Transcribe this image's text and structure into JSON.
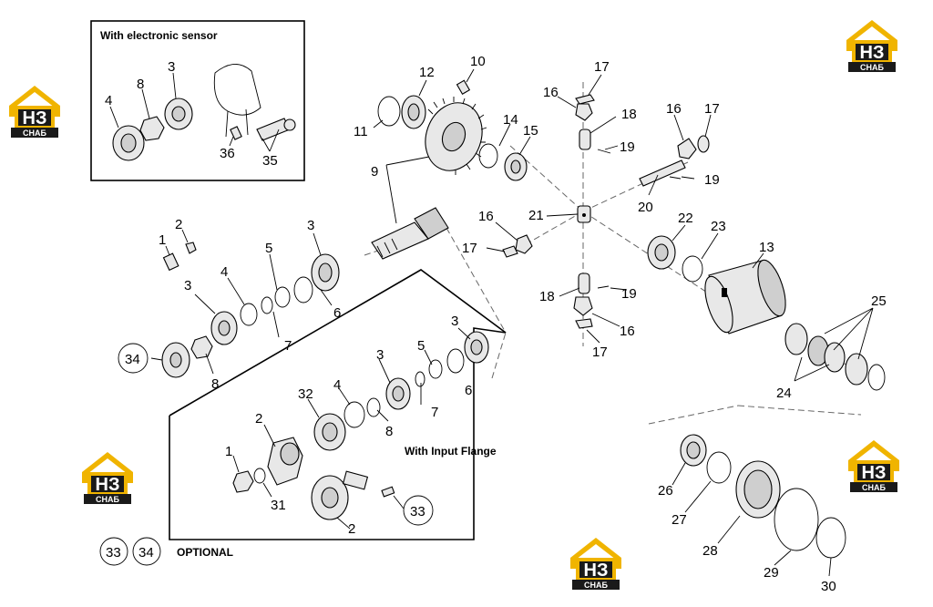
{
  "captions": {
    "sensor_box": "With electronic sensor",
    "flange_box": "With Input Flange",
    "optional": "OPTIONAL"
  },
  "callouts": {
    "n1": "1",
    "n2": "2",
    "n3": "3",
    "n4": "4",
    "n5": "5",
    "n6": "6",
    "n7": "7",
    "n8": "8",
    "n9": "9",
    "n10": "10",
    "n11": "11",
    "n12": "12",
    "n13": "13",
    "n14": "14",
    "n15": "15",
    "n16": "16",
    "n17": "17",
    "n18": "18",
    "n19": "19",
    "n20": "20",
    "n21": "21",
    "n22": "22",
    "n23": "23",
    "n24": "24",
    "n25": "25",
    "n26": "26",
    "n27": "27",
    "n28": "28",
    "n29": "29",
    "n30": "30",
    "n31": "31",
    "n32": "32",
    "n33": "33",
    "n34": "34",
    "n35": "35",
    "n36": "36"
  },
  "watermark": {
    "letters": "НЗ",
    "sub": "СНАБ",
    "color": "#f0b400",
    "dark": "#1a1a1a"
  }
}
